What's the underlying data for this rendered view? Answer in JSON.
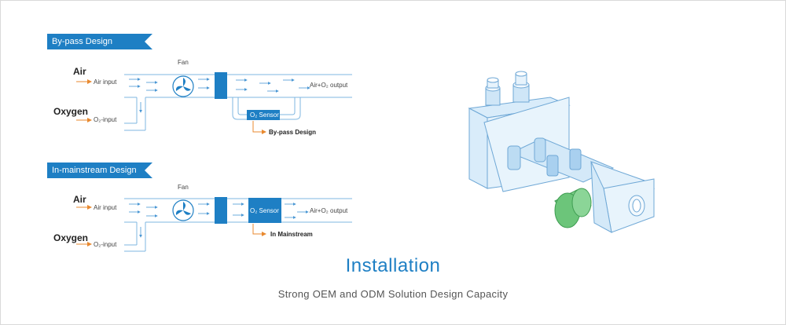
{
  "bypass": {
    "banner": "By-pass Design",
    "fan": "Fan",
    "air": "Air",
    "air_input": "Air input",
    "oxygen": "Oxygen",
    "o2_input": "O₂-input",
    "output": "Air+O₂ output",
    "sensor": "O₂ Sensor",
    "design_label": "By-pass Design"
  },
  "mainstream": {
    "banner": "In-mainstream Design",
    "fan": "Fan",
    "air": "Air",
    "air_input": "Air input",
    "oxygen": "Oxygen",
    "o2_input": "O₂-input",
    "output": "Air+O₂ output",
    "sensor": "O₂ Sensor",
    "design_label": "In Mainstream"
  },
  "title": "Installation",
  "subtitle": "Strong OEM and ODM Solution Design Capacity",
  "colors": {
    "accent": "#1e7fc4",
    "arrow": "#e8892f",
    "pipe": "#7fb7e0",
    "sensor_green": "#5fbf70"
  }
}
